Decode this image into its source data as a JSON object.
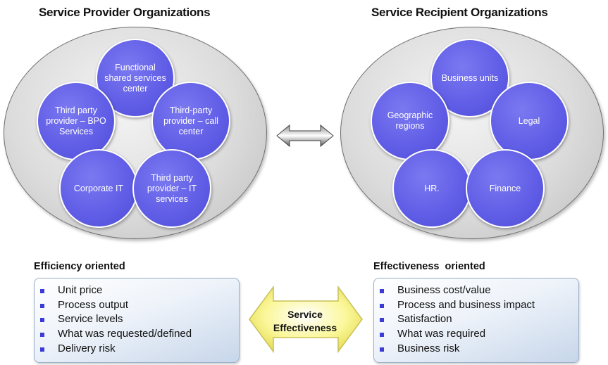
{
  "left": {
    "title": "Service Provider Organizations",
    "circles": [
      "Functional shared services center",
      "Third party provider – BPO Services",
      "Third-party provider – call center",
      "Corporate IT",
      "Third party provider – IT services"
    ],
    "heading": "Efficiency oriented",
    "items": [
      "Unit price",
      "Process output",
      "Service levels",
      "What was requested/defined",
      "Delivery risk"
    ]
  },
  "right": {
    "title": "Service Recipient Organizations",
    "circles": [
      "Business units",
      "Geographic regions",
      "Legal",
      "HR.",
      "Finance"
    ],
    "heading": "Effectiveness  oriented",
    "items": [
      "Business cost/value",
      "Process and business impact",
      "Satisfaction",
      "What was required",
      "Business risk"
    ]
  },
  "center": {
    "label_line1": "Service",
    "label_line2": "Effectiveness"
  },
  "colors": {
    "circle_fill": "#5f5ce6",
    "oval_fill": "#dcdcdc",
    "arrow_fill": "#fbf79a",
    "bullet": "#3b3bd6"
  }
}
